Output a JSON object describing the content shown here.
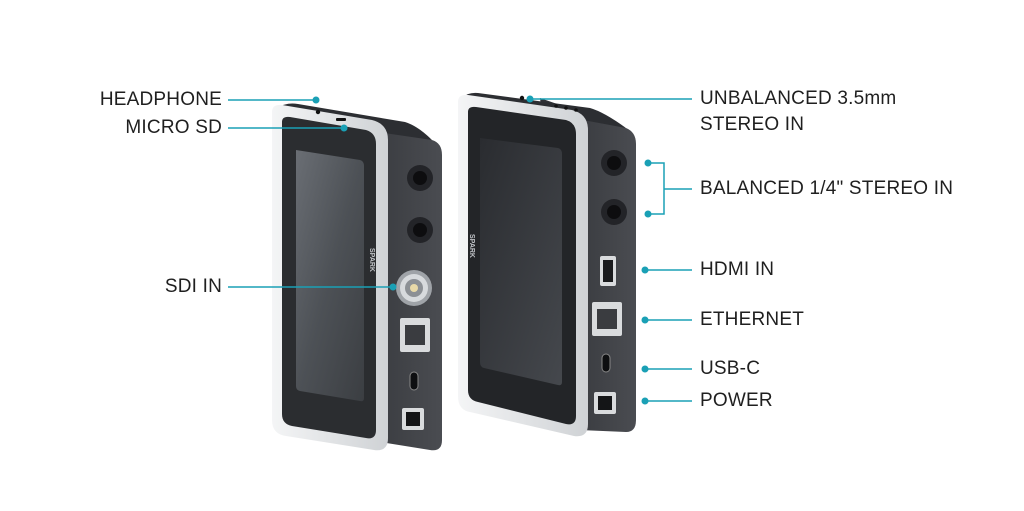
{
  "colors": {
    "callout": "#1aa0b5",
    "text": "#1f1f1f",
    "device_body": "#3d3f43",
    "device_frame": "#e4e6e8",
    "screen": "#55585d"
  },
  "device": {
    "brand_text": "SPARK"
  },
  "callouts": {
    "headphone": "HEADPHONE",
    "micro_sd": "MICRO SD",
    "sdi_in": "SDI IN",
    "unbalanced_line1": "UNBALANCED 3.5mm",
    "unbalanced_line2": "STEREO IN",
    "balanced": "BALANCED 1/4\" STEREO IN",
    "hdmi_in": "HDMI IN",
    "ethernet": "ETHERNET",
    "usb_c": "USB-C",
    "power": "POWER"
  }
}
